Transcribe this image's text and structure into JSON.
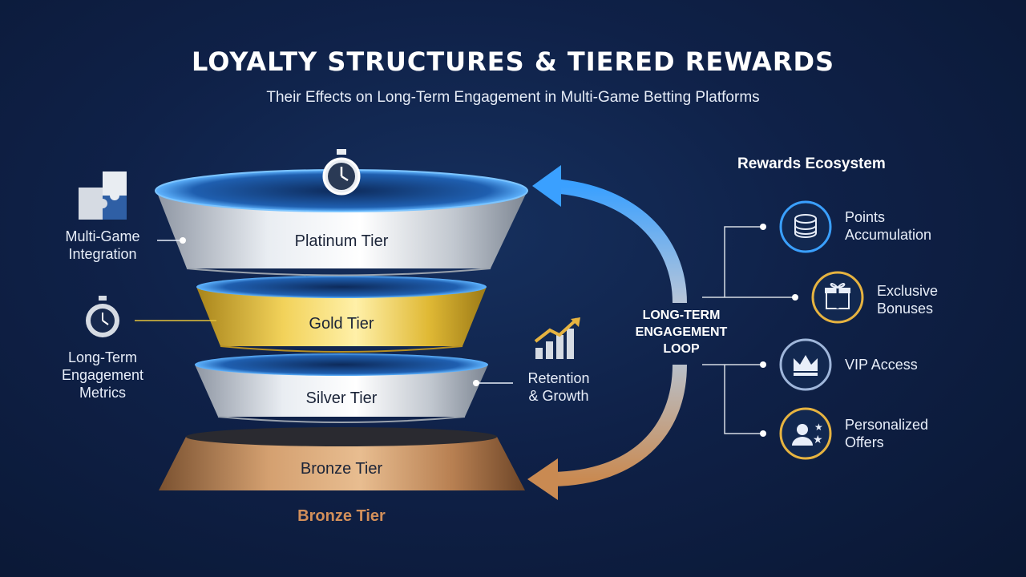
{
  "header": {
    "title": "LOYALTY STRUCTURES & TIERED REWARDS",
    "subtitle": "Their Effects on Long-Term Engagement in Multi-Game Betting Platforms"
  },
  "tiers": [
    {
      "label": "Platinum Tier",
      "color": "#c9ced6"
    },
    {
      "label": "Gold Tier",
      "color": "#e4c23a"
    },
    {
      "label": "Silver Tier",
      "color": "#c4c9d1"
    },
    {
      "label": "Bronze Tier",
      "color": "#b98554"
    }
  ],
  "bronze_caption": "Bronze Tier",
  "left_labels": {
    "integration": [
      "Multi-Game",
      "Integration"
    ],
    "metrics": [
      "Long-Term",
      "Engagement",
      "Metrics"
    ]
  },
  "retention": [
    "Retention",
    "& Growth"
  ],
  "loop": [
    "LONG-TERM",
    "ENGAGEMENT",
    "LOOP"
  ],
  "ecosystem": {
    "title": "Rewards Ecosystem",
    "items": [
      {
        "lines": [
          "Points",
          "Accumulation"
        ],
        "icon": "coins-icon",
        "ring": "#3aa0ff"
      },
      {
        "lines": [
          "Exclusive",
          "Bonuses"
        ],
        "icon": "gift-icon",
        "ring": "#e6b340"
      },
      {
        "lines": [
          "VIP Access"
        ],
        "icon": "crown-icon",
        "ring": "#9fb6da"
      },
      {
        "lines": [
          "Personalized",
          "Offers"
        ],
        "icon": "user-star-icon",
        "ring": "#e6b340"
      }
    ]
  },
  "colors": {
    "accent_blue": "#3aa0ff",
    "accent_gold": "#e6b340",
    "bronze": "#c98a52",
    "background": "#0f2148"
  }
}
